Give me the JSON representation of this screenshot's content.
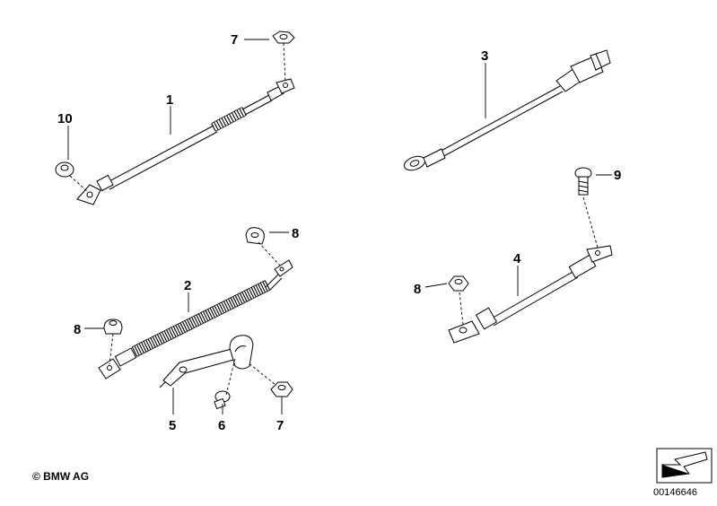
{
  "callouts": {
    "c1": "1",
    "c2": "2",
    "c3": "3",
    "c4": "4",
    "c5": "5",
    "c6": "6",
    "c7a": "7",
    "c7b": "7",
    "c8a": "8",
    "c8b": "8",
    "c8c": "8",
    "c9": "9",
    "c10": "10"
  },
  "footer": {
    "copyright": "© BMW AG",
    "doc_number": "00146646"
  },
  "icons": {
    "nav": "direction-arrow-icon"
  }
}
